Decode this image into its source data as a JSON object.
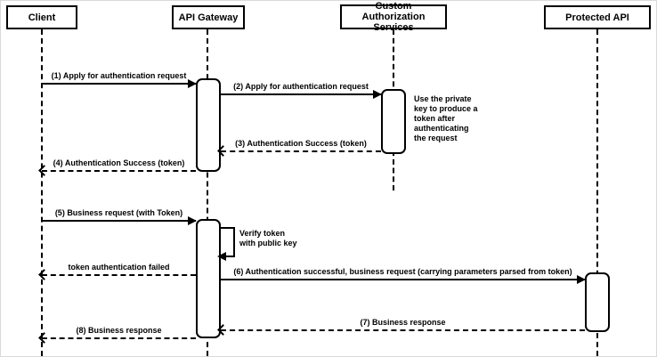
{
  "diagram": {
    "kind": "sequence-diagram",
    "participants": [
      {
        "id": "client",
        "name": "Client"
      },
      {
        "id": "api-gateway",
        "name": "API Gateway"
      },
      {
        "id": "custom-auth-services",
        "name": "Custom Authorization Services"
      },
      {
        "id": "protected-api",
        "name": "Protected API"
      }
    ],
    "messages": [
      {
        "label": "(1) Apply for authentication request",
        "from": "Client",
        "to": "API Gateway",
        "line": "solid"
      },
      {
        "label": "(2) Apply for authentication request",
        "from": "API Gateway",
        "to": "Custom Authorization Services",
        "line": "solid"
      },
      {
        "label": "(3) Authentication Success (token)",
        "from": "Custom Authorization Services",
        "to": "API Gateway",
        "line": "dashed"
      },
      {
        "label": "(4) Authentication Success (token)",
        "from": "API Gateway",
        "to": "Client",
        "line": "dashed"
      },
      {
        "label": "(5) Business request (with Token)",
        "from": "Client",
        "to": "API Gateway",
        "line": "solid"
      },
      {
        "label": "Verify token\nwith public key",
        "from": "API Gateway",
        "to": "API Gateway",
        "line": "self"
      },
      {
        "label": "token authentication failed",
        "from": "API Gateway",
        "to": "Client",
        "line": "dashed"
      },
      {
        "label": "(6) Authentication successful, business request (carrying parameters parsed from token)",
        "from": "API Gateway",
        "to": "Protected API",
        "line": "solid"
      },
      {
        "label": "(7) Business response",
        "from": "Protected API",
        "to": "API Gateway",
        "line": "dashed"
      },
      {
        "label": "(8) Business response",
        "from": "API Gateway",
        "to": "Client",
        "line": "dashed"
      }
    ],
    "notes": [
      {
        "text": "Use the private key to produce a token after authenticating the request",
        "attached_to": "Custom Authorization Services"
      }
    ],
    "colors": {
      "line": "#000000",
      "fill": "#ffffff"
    }
  }
}
